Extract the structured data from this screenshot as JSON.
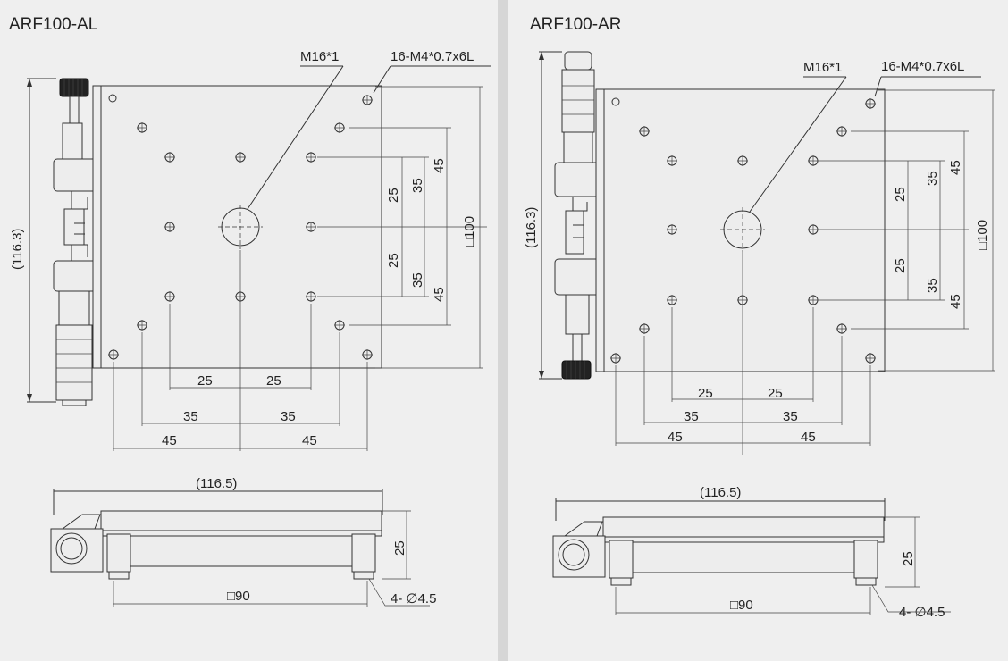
{
  "left": {
    "title": "ARF100-AL",
    "callout_center": "M16*1",
    "callout_holes": "16-M4*0.7x6L",
    "dim_total_height": "(116.3)",
    "dim_square": "□100",
    "dim_v_45_top": "45",
    "dim_v_35_top": "35",
    "dim_v_25_top": "25",
    "dim_v_25_bottom": "25",
    "dim_v_35_bottom": "35",
    "dim_v_45_bottom": "45",
    "dim_h_25_left": "25",
    "dim_h_25_right": "25",
    "dim_h_35_left": "35",
    "dim_h_35_right": "35",
    "dim_h_45_left": "45",
    "dim_h_45_right": "45",
    "dim_width": "(116.5)",
    "dim_base": "□90",
    "dim_height": "25",
    "dim_bolt": "4- ∅4.5"
  },
  "right": {
    "title": "ARF100-AR",
    "callout_center": "M16*1",
    "callout_holes": "16-M4*0.7x6L",
    "dim_total_height": "(116.3)",
    "dim_square": "□100",
    "dim_v_45_top": "45",
    "dim_v_35_top": "35",
    "dim_v_25_top": "25",
    "dim_v_25_bottom": "25",
    "dim_v_35_bottom": "35",
    "dim_v_45_bottom": "45",
    "dim_h_25_left": "25",
    "dim_h_25_right": "25",
    "dim_h_35_left": "35",
    "dim_h_35_right": "35",
    "dim_h_45_left": "45",
    "dim_h_45_right": "45",
    "dim_width": "(116.5)",
    "dim_base": "□90",
    "dim_height": "25",
    "dim_bolt": "4- ∅4.5"
  }
}
